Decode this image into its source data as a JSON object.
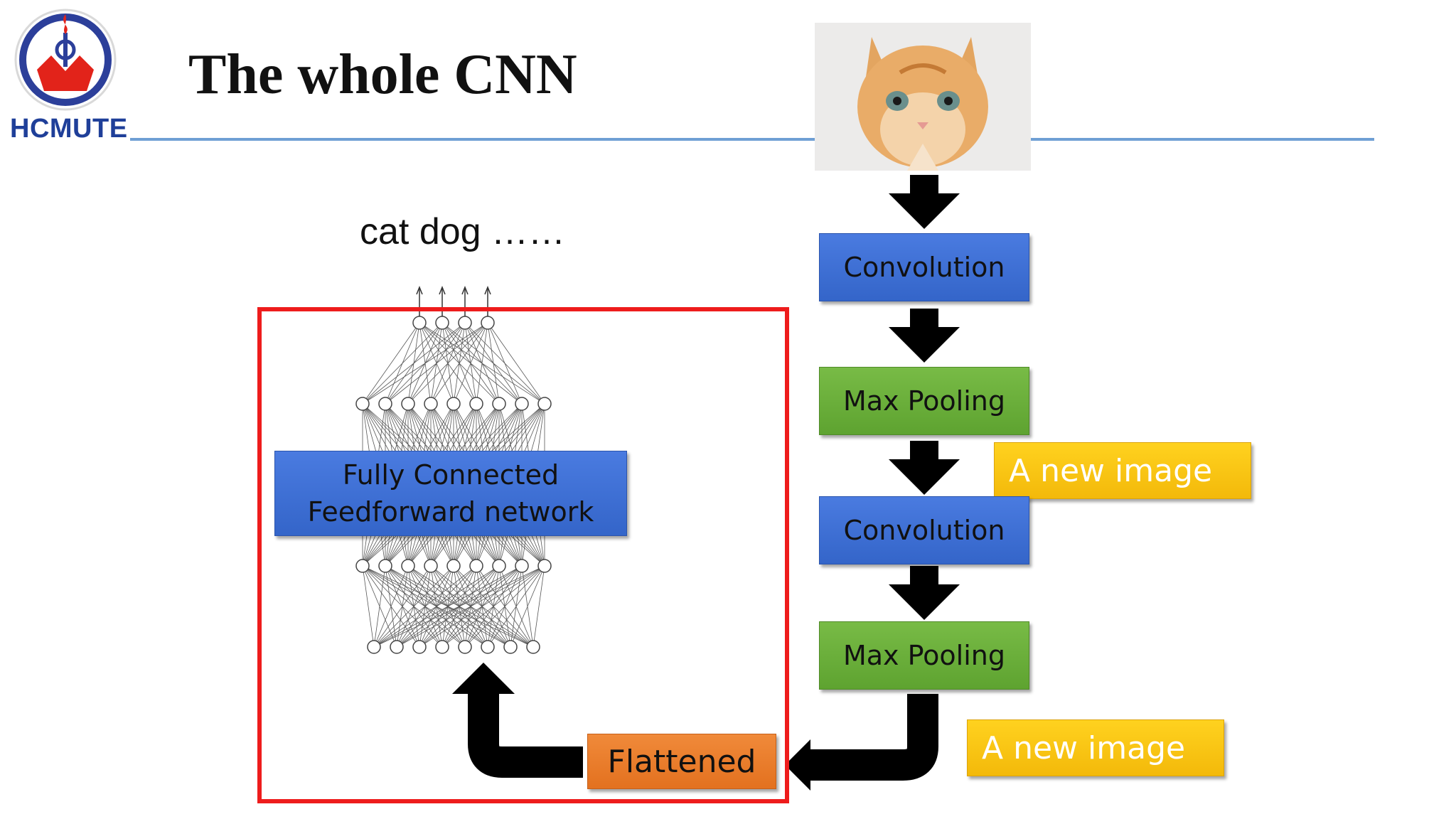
{
  "logo": {
    "text": "HCMUTE"
  },
  "slide": {
    "title": "The whole CNN"
  },
  "output": {
    "label": "cat dog ……"
  },
  "flow": {
    "conv1": "Convolution",
    "pool1": "Max Pooling",
    "conv2": "Convolution",
    "pool2": "Max Pooling",
    "new_image_1": "A new image",
    "new_image_2": "A new image",
    "flattened": "Flattened"
  },
  "fc": {
    "line1": "Fully Connected",
    "line2": "Feedforward network"
  },
  "colors": {
    "blue": "#3f6fd6",
    "green": "#6aaf3a",
    "orange": "#ea7a2a",
    "yellow": "#fcc512",
    "frame_red": "#ee1c1c",
    "rule_blue": "#6f9fd4"
  },
  "network": {
    "layers": [
      4,
      9,
      9,
      8
    ]
  }
}
